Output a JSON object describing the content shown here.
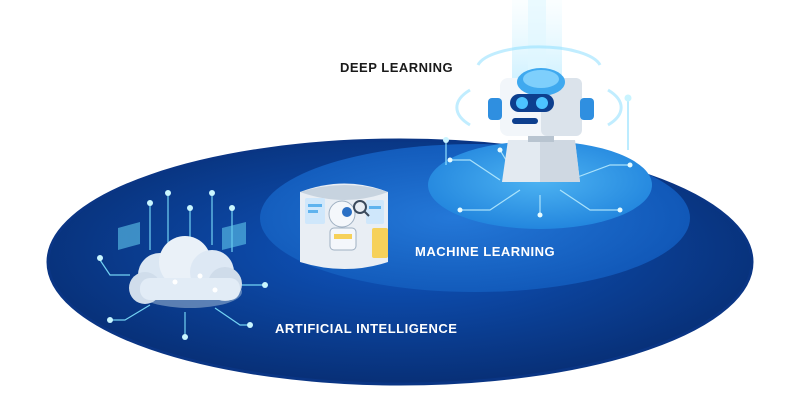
{
  "labels": {
    "deep_learning": "DEEP LEARNING",
    "machine_learning": "MACHINE LEARNING",
    "artificial_intelligence": "ARTIFICIAL INTELLIGENCE"
  },
  "colors": {
    "ai_outer": "#0a3a8c",
    "ai_inner": "#0d4cb0",
    "ml": "#1a66c8",
    "dl": "#2e96e6",
    "accent": "#7fe3ff",
    "robot_body": "#e8eef4"
  },
  "icons": [
    "cloud-icon",
    "research-robot-icon",
    "robot-head-icon"
  ]
}
